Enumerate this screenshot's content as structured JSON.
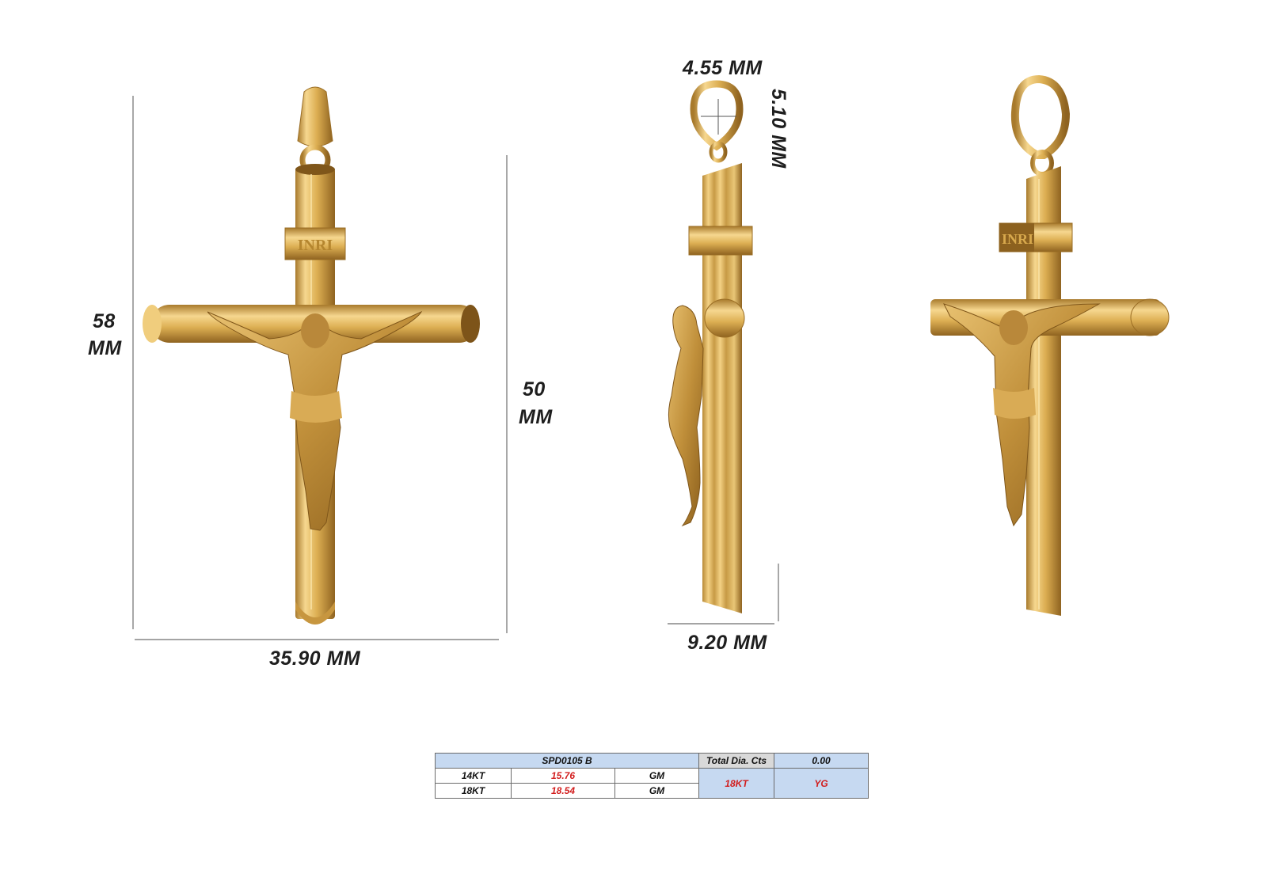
{
  "dimensions": {
    "front_height_value": "58",
    "front_height_unit": "MM",
    "front_inner_height_value": "50",
    "front_inner_height_unit": "MM",
    "front_width": "35.90 MM",
    "bail_width": "4.55 MM",
    "bail_height": "5.10 MM",
    "side_depth": "9.20 MM"
  },
  "engraving": "INRI",
  "colors": {
    "gold_light": "#f3d184",
    "gold_mid": "#d8a94d",
    "gold_dark": "#9c6d22",
    "table_blue": "#c6d9f1",
    "table_gray": "#d9d9d9",
    "value_red": "#d21c1c"
  },
  "spec_table": {
    "product_code": "SPD0105 B",
    "total_dia_label": "Total Dia. Cts",
    "total_dia_value": "0.00",
    "rows": [
      {
        "karat": "14KT",
        "weight": "15.76",
        "unit": "GM"
      },
      {
        "karat": "18KT",
        "weight": "18.54",
        "unit": "GM"
      }
    ],
    "metal_karat": "18KT",
    "metal_color": "YG"
  }
}
